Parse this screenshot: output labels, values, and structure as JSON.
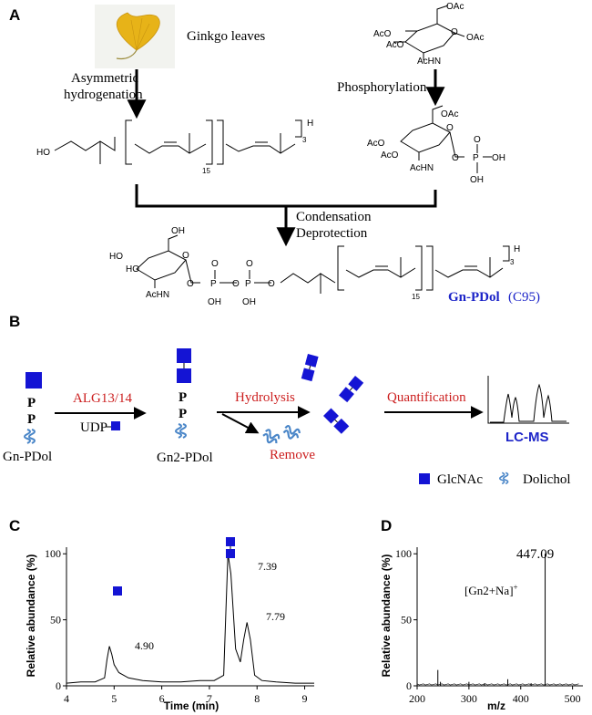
{
  "panel_a": {
    "label": "A",
    "ginkgo_label": "Ginkgo leaves",
    "step1_line1": "Asymmetric",
    "step1_line2": "hydrogenation",
    "step2": "Phosphorylation",
    "step3_line1": "Condensation",
    "step3_line2": "Deprotection",
    "product_name": "Gn-PDol",
    "product_suffix": "(C95)"
  },
  "panel_b": {
    "label": "B",
    "start": "Gn-PDol",
    "enzyme": "ALG13/14",
    "donor": "UDP",
    "intermediate": "Gn2-PDol",
    "hydrolysis": "Hydrolysis",
    "remove": "Remove",
    "quantification": "Quantification",
    "lcms": "LC-MS",
    "p_label": "P",
    "legend_glcnac": "GlcNAc",
    "legend_dolichol": "Dolichol",
    "colors": {
      "glcnac": "#1414d4",
      "dolichol": "#4a86c8",
      "red_text": "#cc1f1f"
    }
  },
  "panel_c": {
    "label": "C",
    "ylabel": "Relative abundance (%)",
    "xlabel": "Time (min)",
    "peak1": "4.90",
    "peak2": "7.39",
    "peak3": "7.79",
    "xticks": [
      "4",
      "5",
      "6",
      "7",
      "8",
      "9"
    ],
    "yticks": [
      "0",
      "50",
      "100"
    ]
  },
  "panel_d": {
    "label": "D",
    "ylabel": "Relative abundance (%)",
    "xlabel": "m/z",
    "peak_label": "447.09",
    "ion_label": "[Gn2+Na]",
    "ion_sup": "+",
    "xticks": [
      "200",
      "300",
      "400",
      "500"
    ],
    "yticks": [
      "0",
      "50",
      "100"
    ]
  },
  "chart_data": [
    {
      "type": "line",
      "xlabel": "Time (min)",
      "ylabel": "Relative abundance (%)",
      "xlim": [
        4,
        9.2
      ],
      "ylim": [
        0,
        105
      ],
      "x": [
        4.0,
        4.3,
        4.6,
        4.8,
        4.85,
        4.9,
        4.95,
        5.0,
        5.1,
        5.3,
        5.6,
        6.0,
        6.4,
        6.8,
        7.1,
        7.3,
        7.35,
        7.39,
        7.45,
        7.55,
        7.65,
        7.72,
        7.79,
        7.86,
        7.95,
        8.1,
        8.4,
        8.8,
        9.2
      ],
      "y": [
        2,
        3,
        3,
        6,
        20,
        30,
        24,
        16,
        10,
        6,
        4,
        3,
        3,
        4,
        4,
        8,
        60,
        100,
        85,
        28,
        18,
        35,
        48,
        35,
        8,
        4,
        3,
        2,
        2
      ],
      "annotations": [
        "4.90",
        "7.39",
        "7.79"
      ]
    },
    {
      "type": "bar",
      "xlabel": "m/z",
      "ylabel": "Relative abundance (%)",
      "xlim": [
        200,
        520
      ],
      "ylim": [
        0,
        105
      ],
      "x": [
        240,
        245,
        300,
        330,
        375,
        420,
        447.09
      ],
      "values": [
        12,
        3,
        3,
        2,
        5,
        2,
        100
      ],
      "annotations": [
        "447.09",
        "[Gn2+Na]+"
      ]
    }
  ]
}
